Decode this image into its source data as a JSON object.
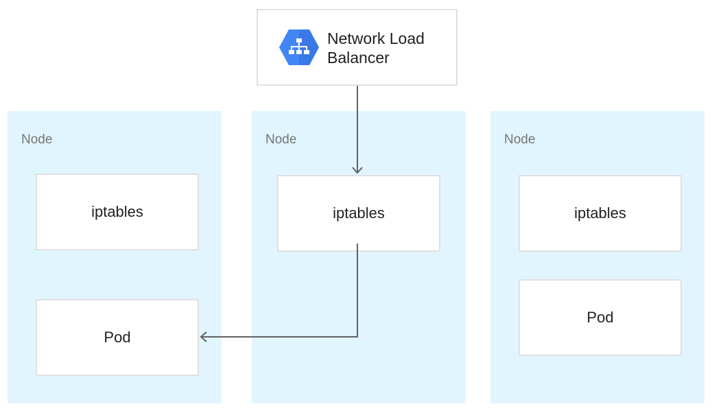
{
  "load_balancer": {
    "title_line1": "Network Load",
    "title_line2": "Balancer",
    "icon": "network-load-balancer-icon",
    "icon_color": "#4285f4"
  },
  "nodes": [
    {
      "label": "Node",
      "iptables": "iptables",
      "pod": "Pod"
    },
    {
      "label": "Node",
      "iptables": "iptables"
    },
    {
      "label": "Node",
      "iptables": "iptables",
      "pod": "Pod"
    }
  ],
  "colors": {
    "node_bg": "#e1f5fe",
    "box_border": "#e0e0e0",
    "arrow": "#616161"
  }
}
